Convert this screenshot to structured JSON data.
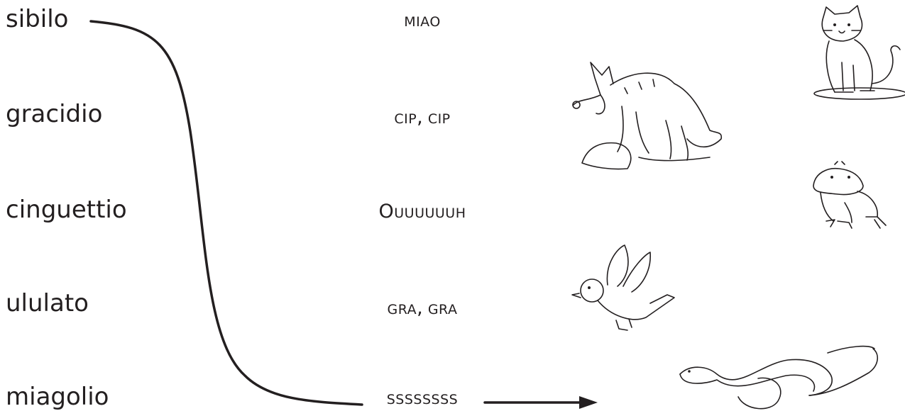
{
  "words": [
    "sibilo",
    "gracidio",
    "cinguettio",
    "ululato",
    "miagolio"
  ],
  "sounds": [
    {
      "first": "MIAO",
      "rest": ""
    },
    {
      "first": "CIP",
      "sep": ",",
      "rest": "CIP"
    },
    {
      "first": "O",
      "rest": "UUUUUUH"
    },
    {
      "first": "GRA",
      "sep": ",",
      "rest": "GRA"
    },
    {
      "first": "SSSSSSSS",
      "rest": ""
    }
  ],
  "pictures": [
    "cat-drawing",
    "wolf-drawing",
    "frog-drawing",
    "bird-drawing",
    "snake-drawing"
  ],
  "ink_color": "#231f20"
}
